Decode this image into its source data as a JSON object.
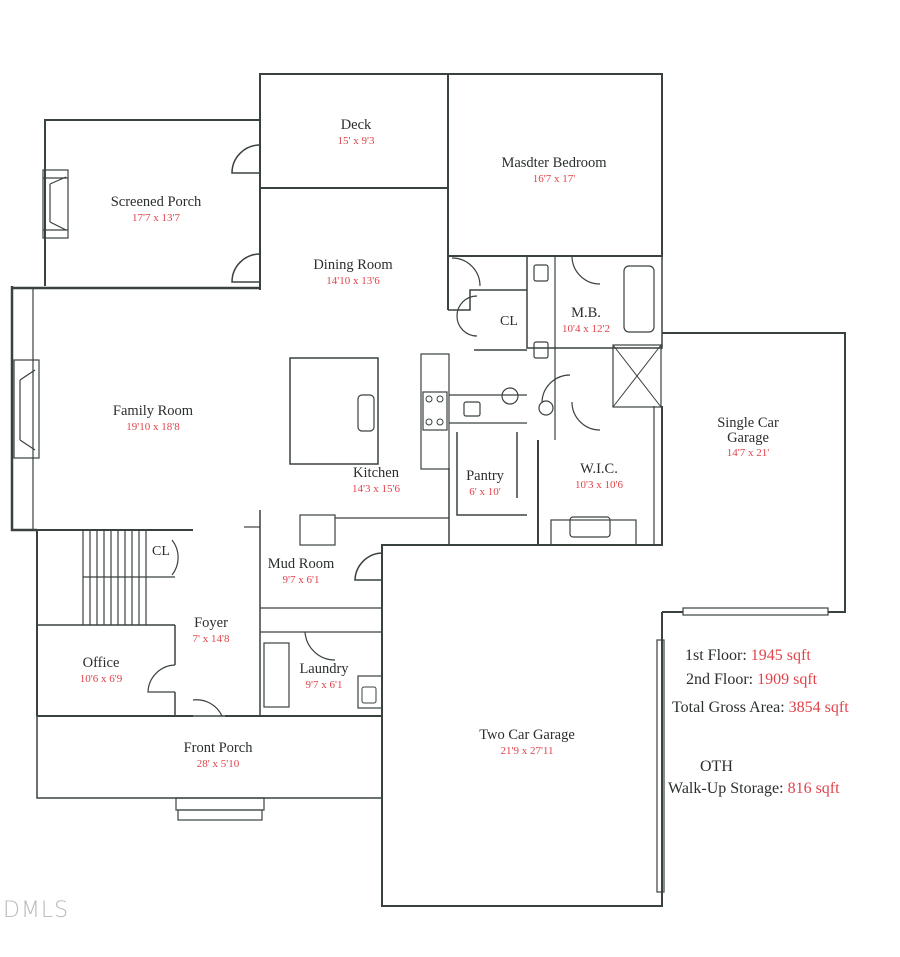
{
  "plan": {
    "rooms": [
      {
        "id": "deck",
        "name": "Deck",
        "dim": "15' x 9'3"
      },
      {
        "id": "screened-porch",
        "name": "Screened Porch",
        "dim": "17'7 x 13'7"
      },
      {
        "id": "master-bedroom",
        "name": "Masdter Bedroom",
        "dim": "16'7 x 17'"
      },
      {
        "id": "dining-room",
        "name": "Dining Room",
        "dim": "14'10 x 13'6"
      },
      {
        "id": "master-bath",
        "name": "M.B.",
        "dim": "10'4 x 12'2"
      },
      {
        "id": "family-room",
        "name": "Family Room",
        "dim": "19'10 x 18'8"
      },
      {
        "id": "kitchen",
        "name": "Kitchen",
        "dim": "14'3 x 15'6"
      },
      {
        "id": "pantry",
        "name": "Pantry",
        "dim": "6' x 10'"
      },
      {
        "id": "wic",
        "name": "W.I.C.",
        "dim": "10'3 x 10'6"
      },
      {
        "id": "single-car-garage",
        "name": "Single Car Garage",
        "name_line1": "Single Car",
        "name_line2": "Garage",
        "dim": "14'7 x 21'"
      },
      {
        "id": "mud-room",
        "name": "Mud Room",
        "dim": "9'7 x 6'1"
      },
      {
        "id": "foyer",
        "name": "Foyer",
        "dim": "7' x 14'8"
      },
      {
        "id": "office",
        "name": "Office",
        "dim": "10'6 x 6'9"
      },
      {
        "id": "laundry",
        "name": "Laundry",
        "dim": "9'7 x 6'1"
      },
      {
        "id": "front-porch",
        "name": "Front Porch",
        "dim": "28' x 5'10"
      },
      {
        "id": "two-car-garage",
        "name": "Two Car Garage",
        "dim": "21'9 x 27'11"
      }
    ],
    "closets": [
      {
        "id": "closet-master",
        "label": "CL"
      },
      {
        "id": "closet-foyer",
        "label": "CL"
      }
    ]
  },
  "areas": {
    "first_floor": {
      "label": "1st Floor:",
      "value": "1945 sqft"
    },
    "second_floor": {
      "label": "2nd Floor:",
      "value": "1909 sqft"
    },
    "total": {
      "label": "Total Gross Area:",
      "value": "3854 sqft"
    },
    "oth_heading": "OTH",
    "walk_up_storage": {
      "label": "Walk-Up Storage:",
      "value": "816 sqft"
    }
  },
  "watermark": "DMLS",
  "colors": {
    "wall": "#3a423d",
    "dimension": "#e0434a",
    "text": "#2a2e2c"
  }
}
